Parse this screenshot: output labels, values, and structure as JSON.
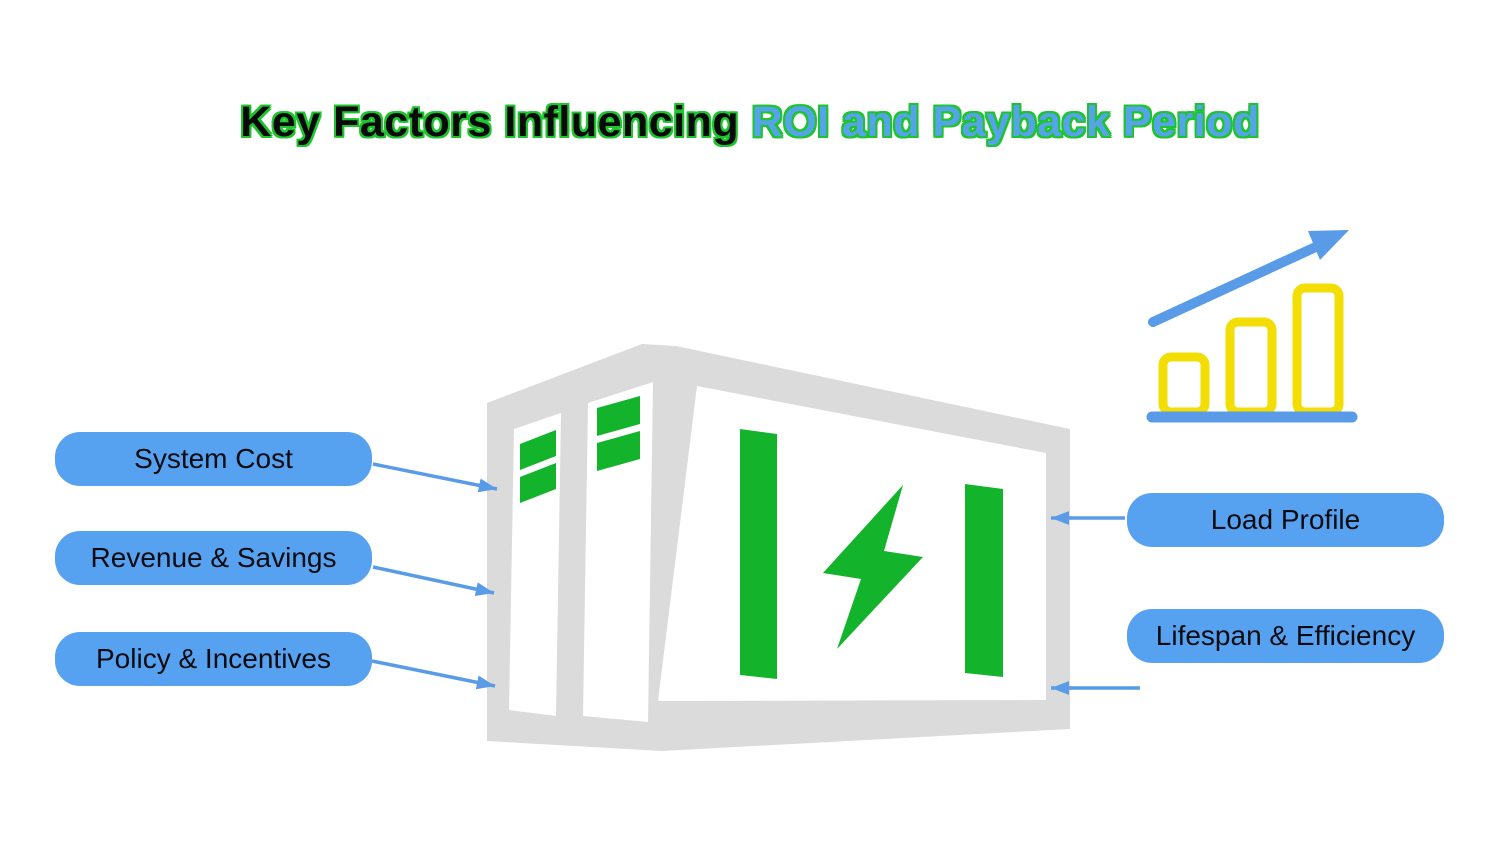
{
  "title": {
    "part1": "Key Factors Influencing",
    "part2": "ROI and Payback Period"
  },
  "factors": {
    "left": [
      {
        "label": "System Cost"
      },
      {
        "label": "Revenue & Savings"
      },
      {
        "label": "Policy & Incentives"
      }
    ],
    "right": [
      {
        "label": "Load Profile"
      },
      {
        "label": "Lifespan & Efficiency"
      }
    ]
  },
  "illustrations": {
    "center": "battery-energy-storage-container",
    "center_symbol": "lightning-bolt",
    "top_right": "growth-bar-chart-with-rising-arrow"
  },
  "colors": {
    "factor_box_fill": "#57A2F0",
    "arrow_blue": "#5A9BE8",
    "container_gray": "#DBDBDB",
    "energy_green": "#13B42B",
    "title_outline_green": "#1EC42D",
    "title_blue": "#55A3E9",
    "title_black": "#0A0A0A",
    "chart_bar_yellow": "#F2DE04",
    "background": "#FFFFFF"
  }
}
